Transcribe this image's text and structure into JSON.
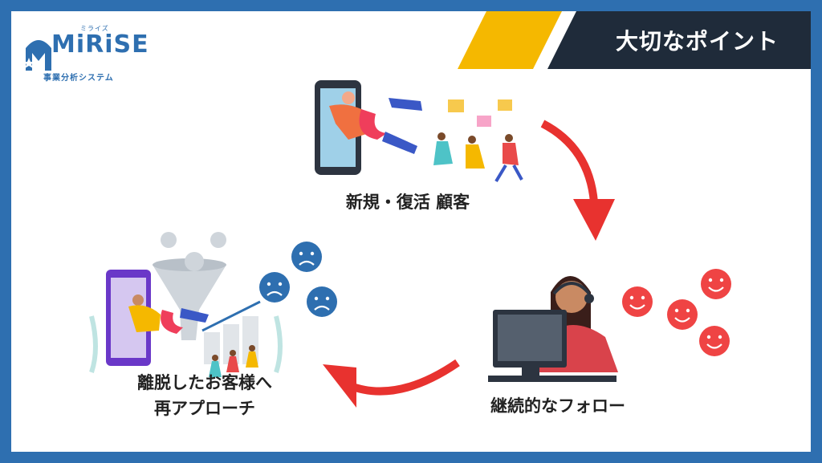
{
  "brand": {
    "logo_word": "MiRiSE",
    "logo_kana": "ミライズ",
    "logo_sub": "事業分析システム"
  },
  "header": {
    "title": "大切なポイント"
  },
  "cycle": {
    "new_customers": "新規・復活 顧客",
    "follow_up": "継続的なフォロー",
    "reapproach_line1": "離脱したお客様へ",
    "reapproach_line2": "再アプローチ"
  },
  "colors": {
    "frame_blue": "#2e6fb0",
    "header_dark": "#1f2b3a",
    "header_yellow": "#f5b800",
    "arrow_red": "#e8322f",
    "smile_red": "#ef4444",
    "sad_blue": "#2e6fb0"
  },
  "icons": {
    "smiles": "smile-face-icon",
    "sads": "sad-face-icon"
  }
}
